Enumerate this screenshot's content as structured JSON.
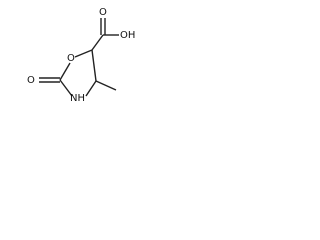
{
  "molecule": {
    "atoms": {
      "carboxyl_oh": "OH",
      "carbonyl_o_acid": "O",
      "ring_o": "O",
      "carbonyl_o_ring": "O",
      "ring_nh": "NH"
    }
  }
}
